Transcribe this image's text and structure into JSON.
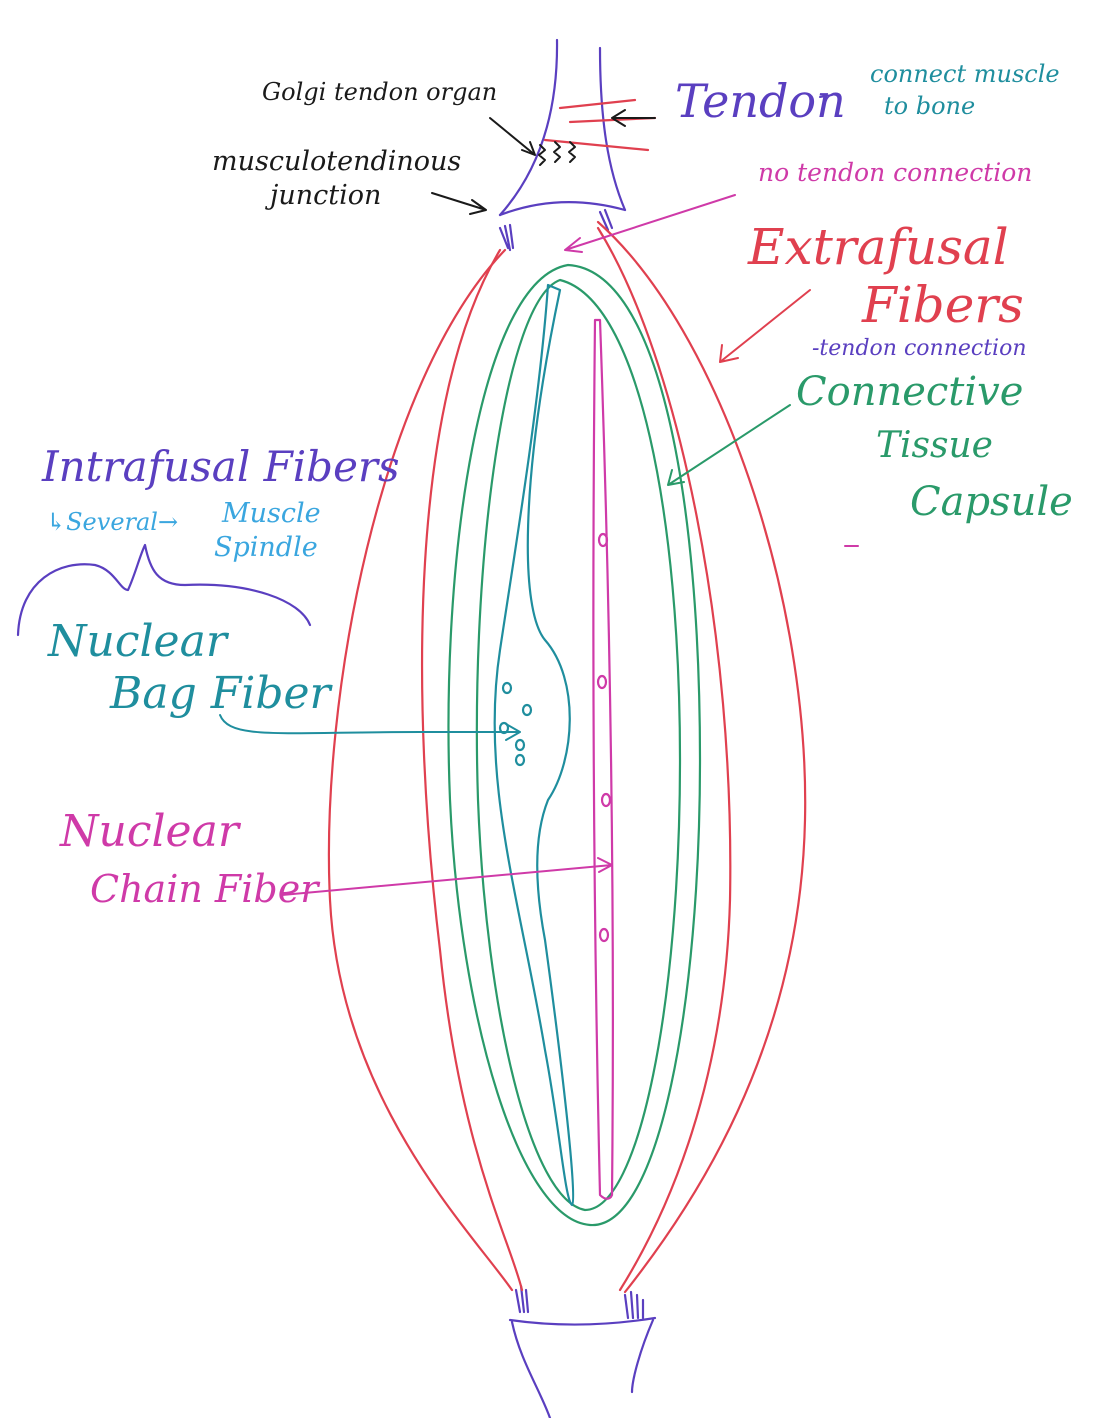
{
  "colors": {
    "tendon": "#5a3fc0",
    "extrafusal": "#e0404f",
    "capsule": "#2a9a6a",
    "bag_fiber": "#1f8e9e",
    "chain_fiber": "#cf3aa8",
    "ink": "#1a1a1a",
    "teal_note": "#1f8e9e",
    "light_blue": "#3aa6df"
  },
  "labels": {
    "golgi_tendon_organ": "Golgi tendon organ",
    "musculotendinous_1": "musculotendinous",
    "musculotendinous_2": "junction",
    "tendon": "Tendon",
    "tendon_note_1": "connect muscle",
    "tendon_note_2": "to bone",
    "no_tendon_connection": "no tendon connection",
    "extrafusal_1": "Extrafusal",
    "extrafusal_2": "Fibers",
    "tendon_connection": "-tendon connection",
    "connective_1": "Connective",
    "connective_2": "Tissue",
    "connective_3": "Capsule",
    "intrafusal": "Intrafusal Fibers",
    "several": "↳Several→",
    "muscle_spindle_1": "Muscle",
    "muscle_spindle_2": "Spindle",
    "bag_1": "Nuclear",
    "bag_2": "Bag Fiber",
    "chain_1": "Nuclear",
    "chain_2": "Chain Fiber"
  }
}
